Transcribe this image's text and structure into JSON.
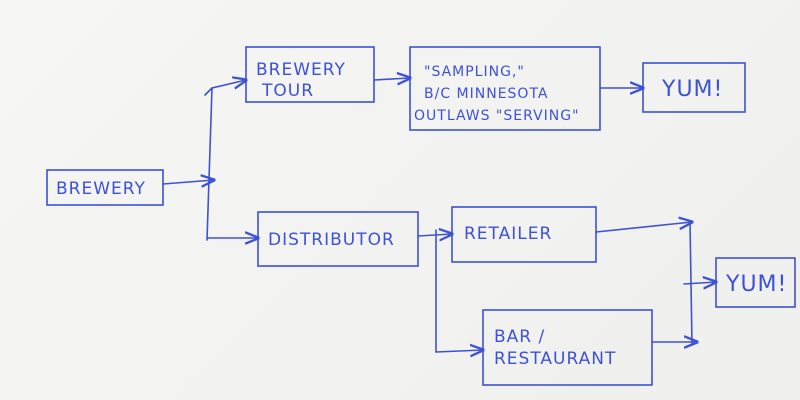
{
  "nodes": {
    "brewery": "BREWERY",
    "brewery_tour": [
      "BREWERY",
      "TOUR"
    ],
    "sampling": [
      "\"SAMPLING,\"",
      "B/C MINNESOTA",
      "OUTLAWS \"SERVING\""
    ],
    "yum_top": "YUM!",
    "distributor": "DISTRIBUTOR",
    "retailer": "RETAILER",
    "bar_restaurant": [
      "BAR /",
      "RESTAURANT"
    ],
    "yum_bottom": "YUM!"
  },
  "colors": {
    "ink": "#3d52d6",
    "paper": "#f4f4f2"
  }
}
